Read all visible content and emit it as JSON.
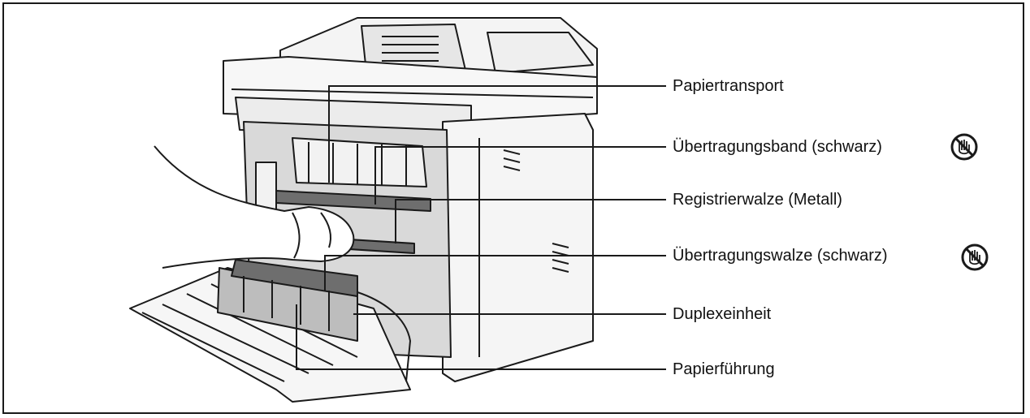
{
  "diagram": {
    "callouts": [
      {
        "id": "papiertransport",
        "label": "Papiertransport",
        "no_touch": false
      },
      {
        "id": "uebertragungsband",
        "label": "Übertragungsband (schwarz)",
        "no_touch": true
      },
      {
        "id": "registrierwalze",
        "label": "Registrierwalze (Metall)",
        "no_touch": false
      },
      {
        "id": "uebertragungswalze",
        "label": "Übertragungswalze (schwarz)",
        "no_touch": true
      },
      {
        "id": "duplexeinheit",
        "label": "Duplexeinheit",
        "no_touch": false
      },
      {
        "id": "papierfuehrung",
        "label": "Papierführung",
        "no_touch": false
      }
    ],
    "icons": {
      "warning": "no-touch-hand-icon",
      "device": "printer-illustration"
    },
    "colors": {
      "line": "#1a1a1a",
      "shade": "#bdbdbd",
      "metal": "#6e6e6e"
    }
  }
}
